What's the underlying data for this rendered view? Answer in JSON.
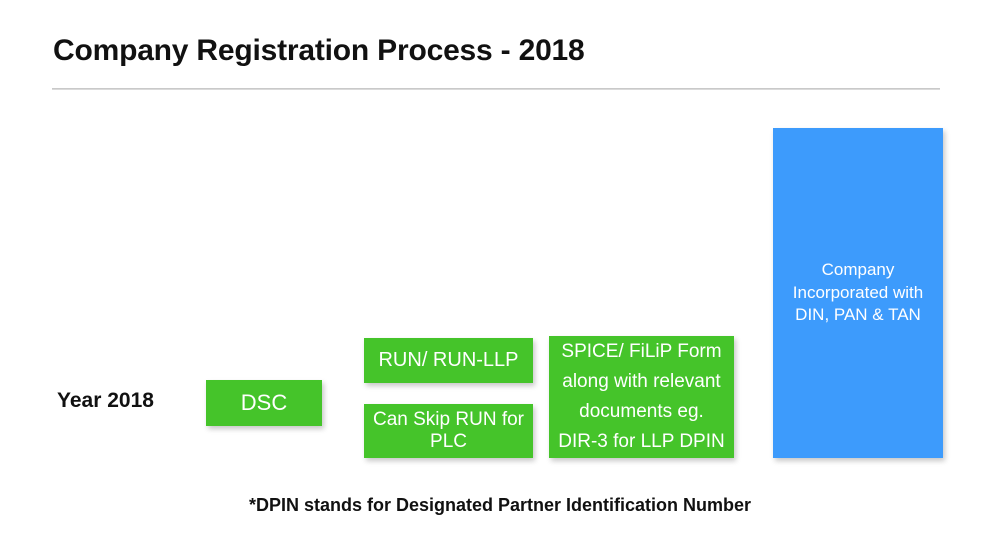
{
  "slide": {
    "title": "Company Registration Process - 2018",
    "year_label": "Year 2018",
    "footnote": "*DPIN stands for Designated Partner Identification Number",
    "colors": {
      "green": "#45c42a",
      "blue": "#3d9bfc",
      "text_dark": "#111111",
      "box_text": "#ffffff",
      "divider": "#c9c9c9",
      "background": "#ffffff"
    }
  },
  "process": {
    "steps": [
      {
        "id": "dsc",
        "label": "DSC",
        "color": "green"
      },
      {
        "id": "run",
        "label": "RUN/ RUN-LLP",
        "color": "green"
      },
      {
        "id": "skip-run",
        "label": "Can Skip RUN for PLC",
        "color": "green"
      },
      {
        "id": "spice",
        "line1": "SPICE/ FiLiP Form",
        "line2": "along with relevant",
        "line3": "documents eg.",
        "line4": "DIR-3 for LLP DPIN",
        "color": "green"
      },
      {
        "id": "incorporated",
        "line1": "Company",
        "line2": "Incorporated with",
        "line3": "DIN, PAN & TAN",
        "color": "blue"
      }
    ]
  }
}
